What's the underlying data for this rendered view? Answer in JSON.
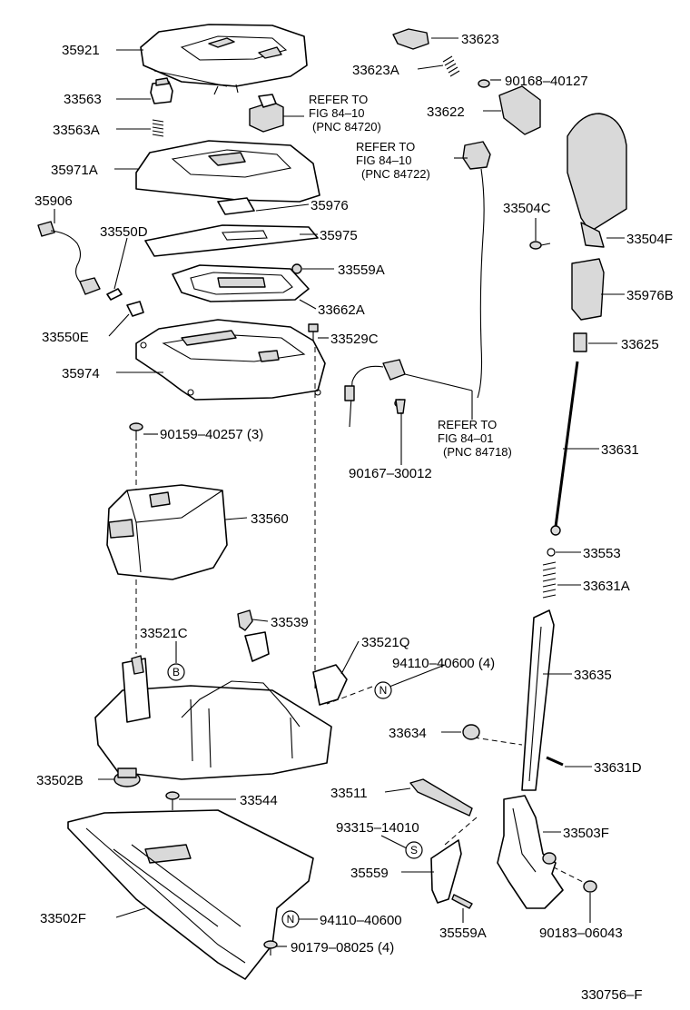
{
  "parts": {
    "p35921": "35921",
    "p33563": "33563",
    "p33563a": "33563A",
    "p35971a": "35971A",
    "p35906": "35906",
    "p33550d": "33550D",
    "p33550e": "33550E",
    "p35974": "35974",
    "p35976": "35976",
    "p35975": "35975",
    "p33559a": "33559A",
    "p33662a": "33662A",
    "p33529c": "33529C",
    "p90159": "90159–40257 (3)",
    "p33560": "33560",
    "p33539": "33539",
    "p33521c": "33521C",
    "p33521q": "33521Q",
    "p94110a": "94110–40600 (4)",
    "p33502b": "33502B",
    "p33544": "33544",
    "p33502f": "33502F",
    "p94110b": "94110–40600",
    "p90179": "90179–08025 (4)",
    "p33623": "33623",
    "p33623a": "33623A",
    "p90168": "90168–40127",
    "p33622": "33622",
    "p33504c": "33504C",
    "p33504f": "33504F",
    "p35976b": "35976B",
    "p33625": "33625",
    "p33631": "33631",
    "p90167": "90167–30012",
    "p33553": "33553",
    "p33631a": "33631A",
    "p33635": "33635",
    "p33634": "33634",
    "p33631d": "33631D",
    "p33511": "33511",
    "p93315": "93315–14010",
    "p33503f": "33503F",
    "p35559": "35559",
    "p35559a": "35559A",
    "p90183": "90183–06043",
    "fig_number": "330756–F"
  },
  "refs": {
    "r1": [
      "REFER TO",
      "FIG 84–10",
      "(PNC 84720)"
    ],
    "r2": [
      "REFER TO",
      "FIG 84–10",
      "(PNC 84722)"
    ],
    "r3": [
      "REFER TO",
      "FIG 84–01",
      "(PNC 84718)"
    ]
  },
  "symbols": {
    "b": "B",
    "n": "N",
    "s": "S"
  }
}
